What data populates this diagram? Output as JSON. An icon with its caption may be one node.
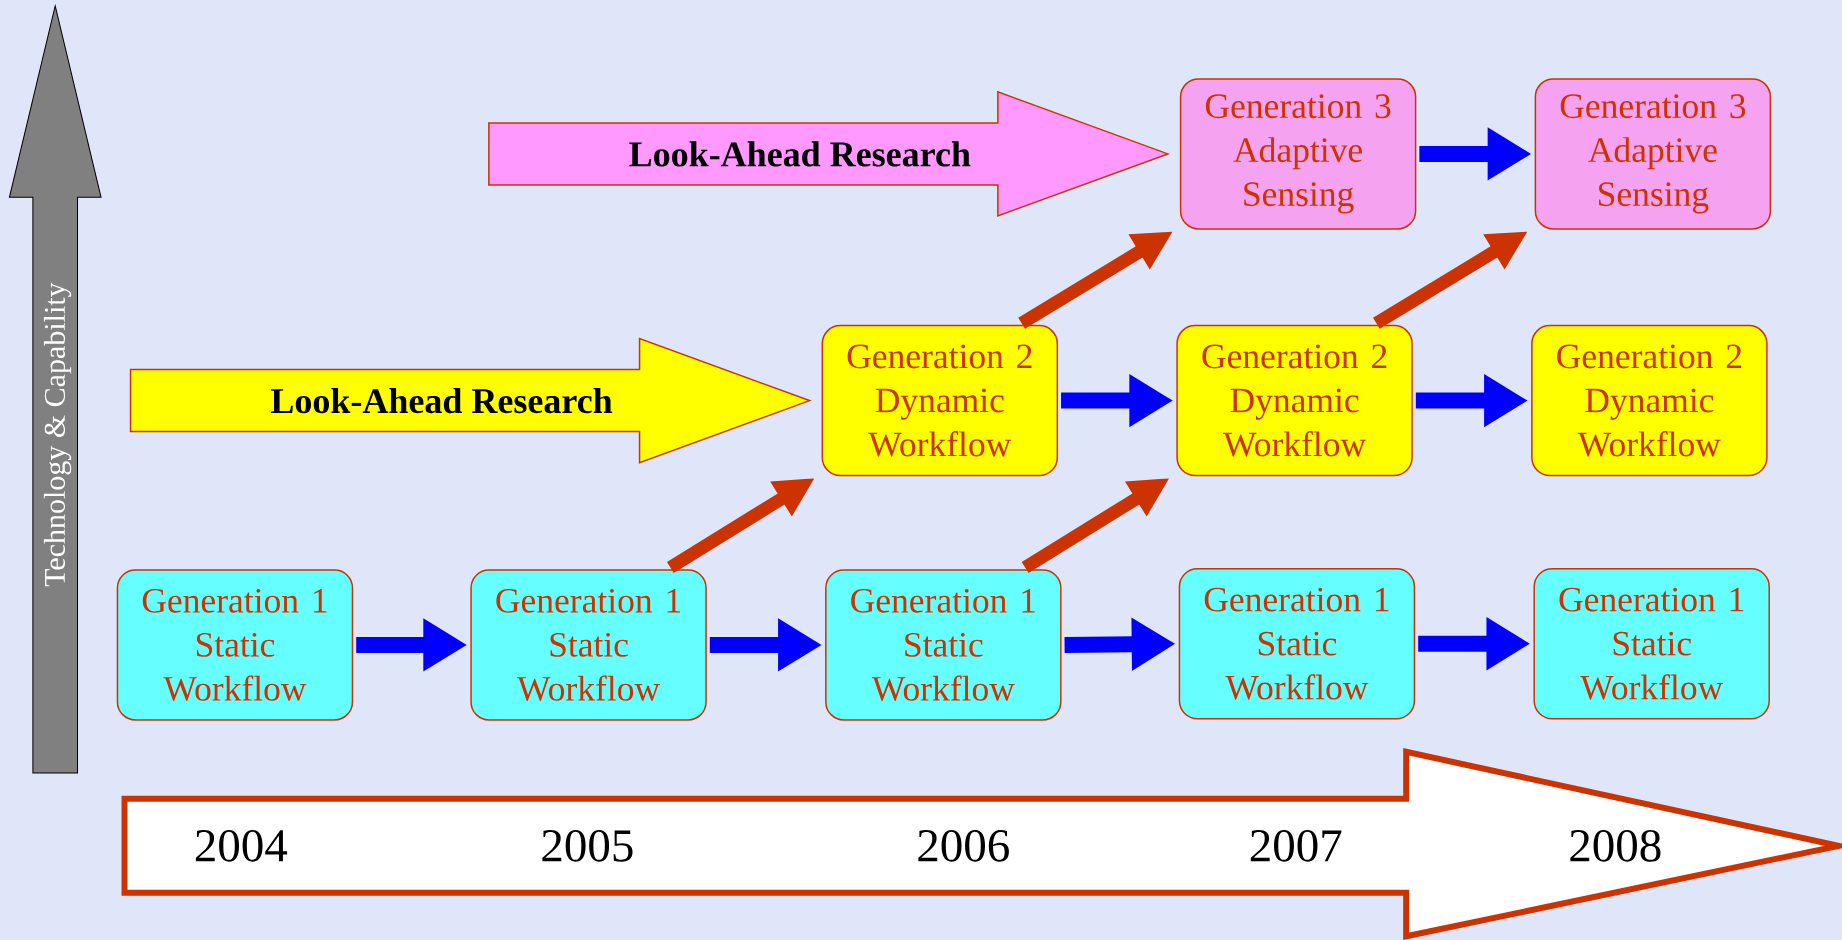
{
  "diagram": {
    "nodes": [
      {
        "text": [
          "Generation 3",
          "Adaptive Sensing"
        ]
      },
      {
        "text": [
          "Generation 3",
          "Adaptive Sensing"
        ]
      },
      {
        "text": [
          "Generation 2",
          "Dynamic Workflow"
        ]
      },
      {
        "text": [
          "Generation 2",
          "Dynamic Workflow"
        ]
      },
      {
        "text": [
          "Generation 2",
          "Dynamic Workflow"
        ]
      },
      {
        "text": [
          "Generation 1",
          "Static Workflow"
        ]
      },
      {
        "text": [
          "Generation 1",
          "Static Workflow"
        ]
      },
      {
        "text": [
          "Generation 1",
          "Static Workflow"
        ]
      },
      {
        "text": [
          "Generation 1",
          "Static Workflow"
        ]
      },
      {
        "text": [
          "Generation 1",
          "Static Workflow"
        ]
      },
      {
        "text": [
          "2004",
          "2005",
          "2006",
          "2007",
          "2008"
        ]
      },
      {
        "text": [
          "Technology & Capability"
        ]
      }
    ],
    "edges": [
      {
        "from": 0,
        "to": 1,
        "arrow": "to"
      },
      {
        "from": 2,
        "to": 3,
        "arrow": "to"
      },
      {
        "from": 3,
        "to": 4,
        "arrow": "to"
      },
      {
        "from": 5,
        "to": 6,
        "arrow": "to"
      },
      {
        "from": 6,
        "to": 7,
        "arrow": "to"
      },
      {
        "from": 7,
        "to": 8,
        "arrow": "to"
      },
      {
        "from": 8,
        "to": 9,
        "arrow": "to"
      },
      {
        "from": 6,
        "to": 2,
        "arrow": "to",
        "color": "#cc3300"
      },
      {
        "from": 7,
        "to": 3,
        "arrow": "to",
        "color": "#cc3300"
      },
      {
        "from": 2,
        "to": 0,
        "arrow": "to",
        "color": "#cc3300"
      },
      {
        "from": 3,
        "to": 1,
        "arrow": "to",
        "color": "#cc3300"
      },
      {
        "from": null,
        "to": 0,
        "arrow": "to",
        "label": "Look-Ahead Research",
        "style": "thick",
        "color": "#ff99ff"
      },
      {
        "from": null,
        "to": 2,
        "arrow": "to",
        "label": "Look-Ahead Research",
        "style": "thick",
        "color": "#ffff00"
      }
    ]
  }
}
